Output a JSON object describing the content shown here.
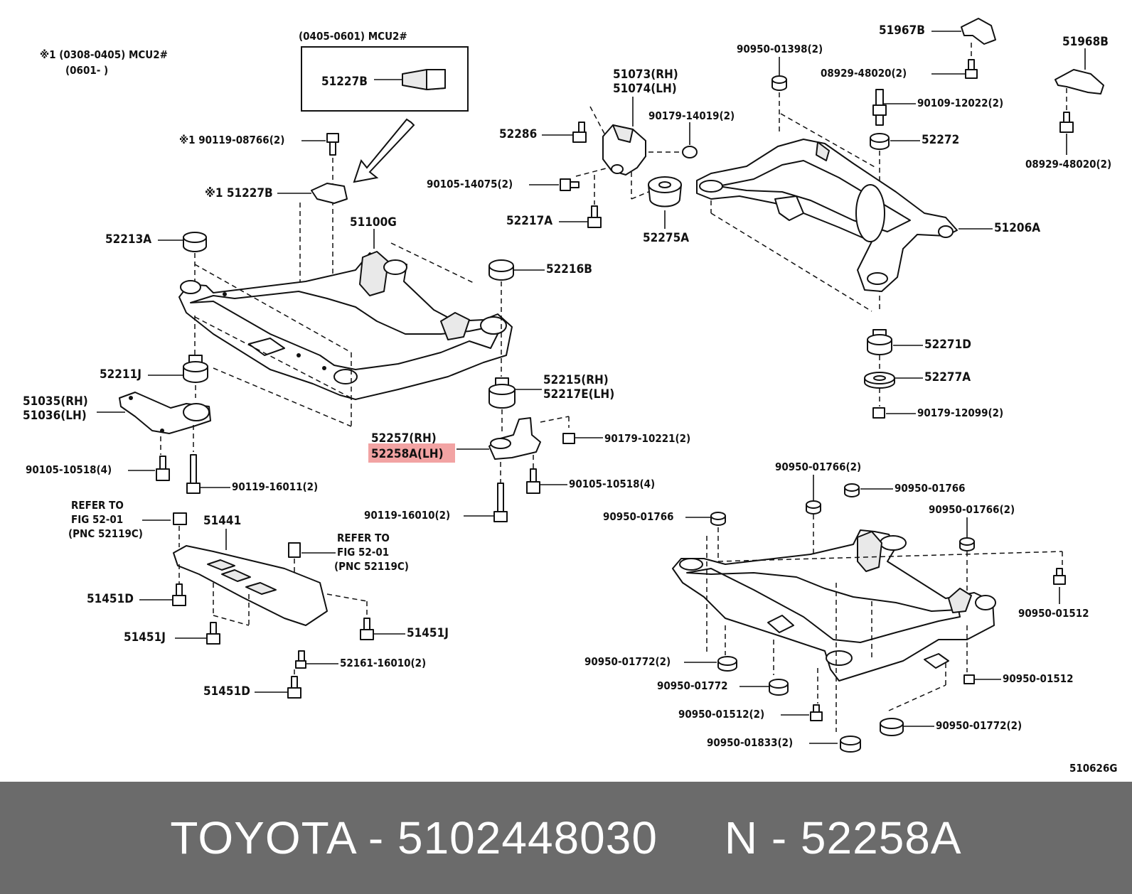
{
  "notes": {
    "note1_line1": "※1 (0308-0405) MCU2#",
    "note1_line2": "(0601-    )",
    "inset_title": "(0405-0601) MCU2#",
    "inset_part": "51227B",
    "figure_code": "510626G"
  },
  "labels": {
    "p90119_08766": "※1 90119-08766(2)",
    "p51227B": "※1 51227B",
    "p51100G": "51100G",
    "p52213A": "52213A",
    "p52216B": "52216B",
    "p52211J": "52211J",
    "p51035": "51035(RH)",
    "p51036": "51036(LH)",
    "p90105_10518a": "90105-10518(4)",
    "p90119_16011": "90119-16011(2)",
    "p52215": "52215(RH)",
    "p52217E": "52217E(LH)",
    "p52257": "52257(RH)",
    "p52258A": "52258A(LH)",
    "p90179_10221": "90179-10221(2)",
    "p90105_10518b": "90105-10518(4)",
    "p90119_16010": "90119-16010(2)",
    "p51073": "51073(RH)",
    "p51074": "51074(LH)",
    "p90179_14019": "90179-14019(2)",
    "p52286": "52286",
    "p90105_14075": "90105-14075(2)",
    "p52217A": "52217A",
    "p52275A": "52275A",
    "p90950_01398": "90950-01398(2)",
    "p51967B": "51967B",
    "p08929_48020a": "08929-48020(2)",
    "p51968B": "51968B",
    "p90109_12022": "90109-12022(2)",
    "p52272": "52272",
    "p08929_48020b": "08929-48020(2)",
    "p51206A": "51206A",
    "p52271D": "52271D",
    "p52277A": "52277A",
    "p90179_12099": "90179-12099(2)",
    "refer1_l1": "REFER TO",
    "refer1_l2": "FIG 52-01",
    "refer1_l3": "(PNC 52119C)",
    "p51441": "51441",
    "refer2_l1": "REFER TO",
    "refer2_l2": "FIG 52-01",
    "refer2_l3": "(PNC 52119C)",
    "p51451D_a": "51451D",
    "p51451J_a": "51451J",
    "p51451J_b": "51451J",
    "p52161_16010": "52161-16010(2)",
    "p51451D_b": "51451D",
    "p90950_01766_2a": "90950-01766(2)",
    "p90950_01766_a": "90950-01766",
    "p90950_01766_b": "90950-01766",
    "p90950_01766_2b": "90950-01766(2)",
    "p90950_01512_a": "90950-01512",
    "p90950_01772_2a": "90950-01772(2)",
    "p90950_01512_b": "90950-01512",
    "p90950_01772": "90950-01772",
    "p90950_01512_2": "90950-01512(2)",
    "p90950_01772_2b": "90950-01772(2)",
    "p90950_01833": "90950-01833(2)"
  },
  "footer": {
    "text": "TOYOTA - 5102448030     N - 52258A"
  },
  "colors": {
    "highlight": "#f2a3a3",
    "footer_bg": "#6b6b6b",
    "footer_text": "#ffffff"
  }
}
